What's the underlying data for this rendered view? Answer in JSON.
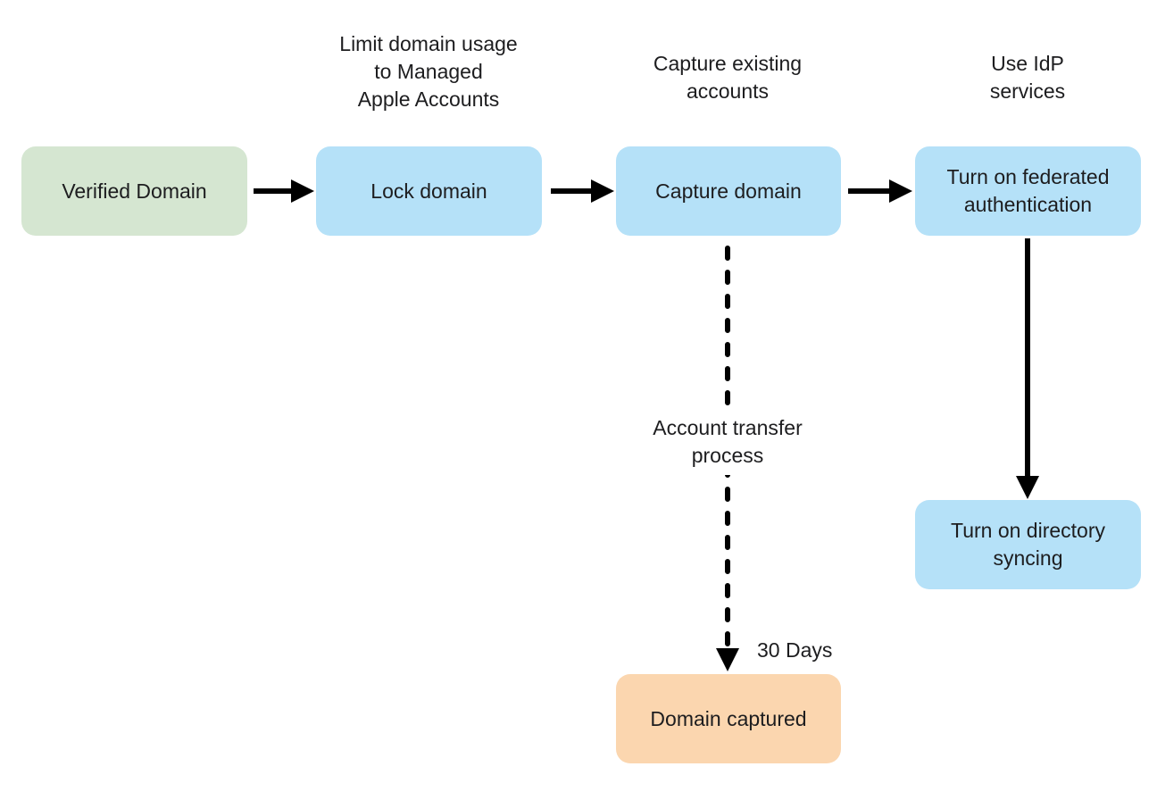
{
  "diagram": {
    "description": "Federated authentication domain capture flowchart",
    "annotations": {
      "limit_domain_usage": "Limit domain usage\nto Managed\nApple Accounts",
      "capture_existing": "Capture existing\naccounts",
      "use_idp": "Use IdP\nservices",
      "account_transfer": "Account transfer\nprocess",
      "thirty_days": "30 Days"
    },
    "nodes": {
      "verified_domain": {
        "label": "Verified Domain",
        "fill": "#d5e6d1"
      },
      "lock_domain": {
        "label": "Lock domain",
        "fill": "#b5e1f8"
      },
      "capture_domain": {
        "label": "Capture domain",
        "fill": "#b5e1f8"
      },
      "federated_auth": {
        "label": "Turn on federated\nauthentication",
        "fill": "#b5e1f8"
      },
      "directory_syncing": {
        "label": "Turn on directory\nsyncing",
        "fill": "#b5e1f8"
      },
      "domain_captured": {
        "label": "Domain captured",
        "fill": "#fbd6af"
      }
    },
    "edges": [
      {
        "from": "verified_domain",
        "to": "lock_domain",
        "style": "solid"
      },
      {
        "from": "lock_domain",
        "to": "capture_domain",
        "style": "solid"
      },
      {
        "from": "capture_domain",
        "to": "federated_auth",
        "style": "solid"
      },
      {
        "from": "federated_auth",
        "to": "directory_syncing",
        "style": "solid"
      },
      {
        "from": "capture_domain",
        "to": "domain_captured",
        "style": "dashed",
        "label": "Account transfer process",
        "duration": "30 Days"
      }
    ],
    "colors": {
      "background": "#ffffff",
      "text": "#1d1d1f",
      "arrow": "#000000",
      "node_green": "#d5e6d1",
      "node_blue": "#b5e1f8",
      "node_orange": "#fbd6af"
    }
  }
}
